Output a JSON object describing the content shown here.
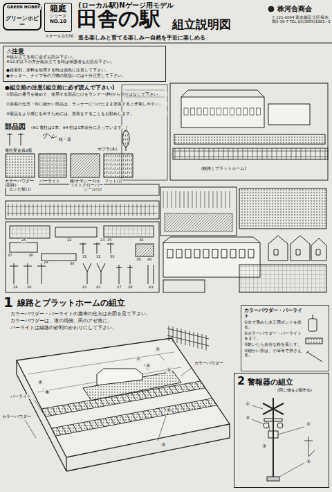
{
  "diagram": {
    "title": "田舎の駅",
    "nodes": [
      {
        "text": [
          "グリーンホビー"
        ]
      },
      {
        "text": [
          "箱庭",
          "シリーズ",
          "NO.10"
        ]
      },
      {
        "text": [
          "⚠注意",
          "※組み立てる前に必ずお読み下さい。",
          "※12才以下の方が組み立てる時は保護者もお読み下さい。"
        ]
      },
      {
        "text": [
          "カラーパウダー・パーライト",
          "①水で薄めた木工用ボンドを塗る。",
          "②カラーパウダー・パーライトをまく。",
          "③乾いたら余分な粉を落とす。",
          "④細かい所は、小筆等で押さえる。"
        ]
      },
      {
        "text": [
          "2",
          "警報器の組立"
        ]
      }
    ],
    "labels": [
      "GREEN HOBBY",
      "スケール1/150",
      "(ローカル駅)Nゲージ用モデル",
      "組立説明図",
      "造る楽しみと育てる楽しみ—自然を手近に楽しめる",
      "株河合商会",
      "〒121-0064 東京都足立区保木間3-36-7 TEL 03(3859)1881~2",
      "●接着剤、塗料を使用する時は換気に注意して下さい。",
      "●カッター、ナイフ等の刃物の取扱いには十分注意して下さい。",
      "●組立前の注意(組立前に必ず読んで下さい)",
      "①部品の番号を確めて、使用する部品だけをランナー(枠)から切りはなして下さい。",
      "②接着の仕方：特に細かい部品は、ランナーにつけたまま塗装すると作業しやすい。",
      "③製品をより感じを出すためには、塗装をすることをお勧めします。",
      "部品図",
      "(※1 電柱は1本、※4 柱は1本余分に入っています。)",
      "電柱受金具2個",
      "枝・葉",
      "ポプラ(木)",
      "カラーパウダー(黒緑)",
      "パーライト",
      "種(ナモシー2)ホワイトクローバー",
      "マット(2)",
      "エンピ板(1)",
      "シール(1)",
      "(線路とプラットホーム)",
      "1",
      "線路とプラットホームの組立",
      "カラーパウダー・パーライトの撒布の仕方は右図を見て下さい。",
      "カラーパウダーは、道の両側、田のアゼ道に。",
      "パーライトは線路の砂利のかわりにして下さい。",
      "パーライト",
      "カラーパウダー",
      "カラーパウダー",
      "(同じ物を2個作る)",
      "①",
      "②",
      "③",
      "④",
      "⑤",
      "⑥",
      "⑦",
      "⑧",
      "①",
      "②",
      "③",
      "④",
      "⑤",
      "22",
      "23",
      "25",
      "29",
      "30",
      "35",
      "36",
      "37",
      "38",
      "31",
      "32",
      "33",
      "39",
      "40",
      "24",
      "26",
      "27",
      "28",
      "41",
      "42",
      "43"
    ]
  }
}
